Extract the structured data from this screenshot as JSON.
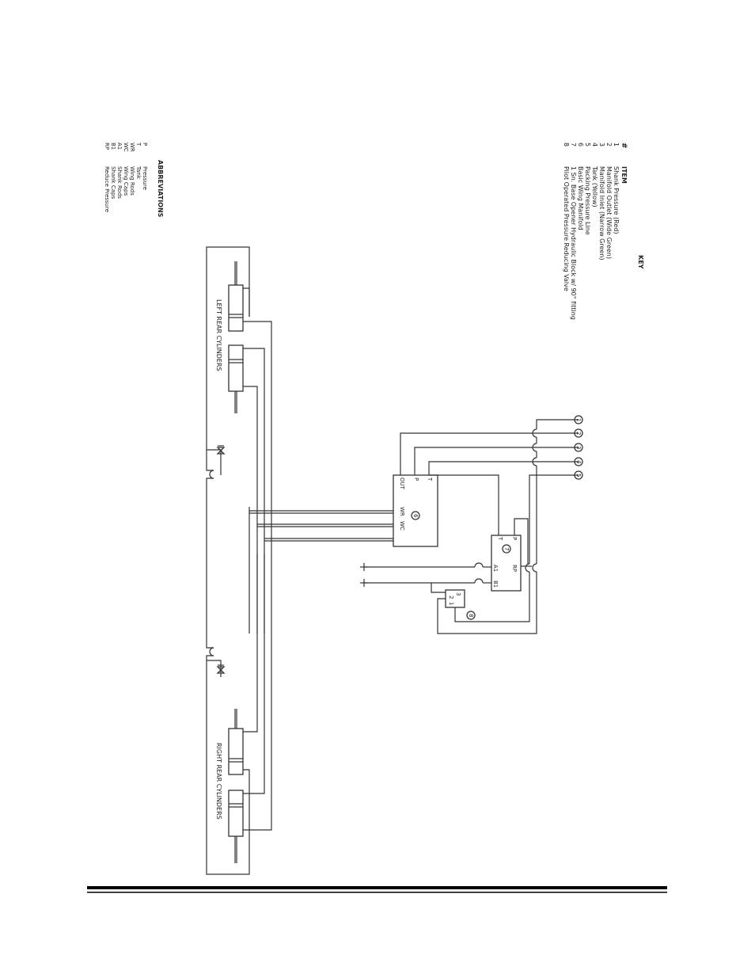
{
  "key": {
    "title": "KEY",
    "col_num": "#",
    "col_item": "ITEM",
    "items": [
      {
        "num": "1",
        "label": "Shank Pressure (Red)"
      },
      {
        "num": "2",
        "label": "Manifold Outlet (Wide Green)"
      },
      {
        "num": "3",
        "label": "Manifold Inlet (Narrow Green)"
      },
      {
        "num": "4",
        "label": "Tank (Yellow)"
      },
      {
        "num": "5",
        "label": "Packing Pressure Line"
      },
      {
        "num": "6",
        "label": "Basic Wing Manifold"
      },
      {
        "num": "7",
        "label": "1 Sn. Base Opener Hydraulic Block w/ 90° fitting"
      },
      {
        "num": "8",
        "label": "Pilot Operated Pressure Reducing Valve"
      }
    ]
  },
  "abbreviations": {
    "title": "ABBREVIATIONS",
    "items": [
      {
        "abbr": "P",
        "meaning": "Pressure"
      },
      {
        "abbr": "T",
        "meaning": "Tank"
      },
      {
        "abbr": "WR",
        "meaning": "Wing Rods"
      },
      {
        "abbr": "WC",
        "meaning": "Wing Caps"
      },
      {
        "abbr": "A1",
        "meaning": "Shank Rods"
      },
      {
        "abbr": "B1",
        "meaning": "Shank Caps"
      },
      {
        "abbr": "RP",
        "meaning": "Reduce Pressure"
      }
    ]
  },
  "labels": {
    "left_cylinders": "LEFT REAR CYLINDERS",
    "right_cylinders": "RIGHT REAR CYLINDERS"
  },
  "manifold": {
    "num": "6",
    "port_t": "T",
    "port_p": "P",
    "port_out": "OUT",
    "port_wr": "WR",
    "port_wc": "WC"
  },
  "block": {
    "num": "7",
    "port_p": "P",
    "port_t": "T",
    "port_rp": "RP",
    "port_a1": "A1",
    "port_b1": "B1"
  },
  "reducing_valve": {
    "num": "8",
    "port_3": "3",
    "port_2": "2",
    "port_1": "1"
  },
  "connections": [
    "1",
    "2",
    "3",
    "4",
    "5"
  ]
}
